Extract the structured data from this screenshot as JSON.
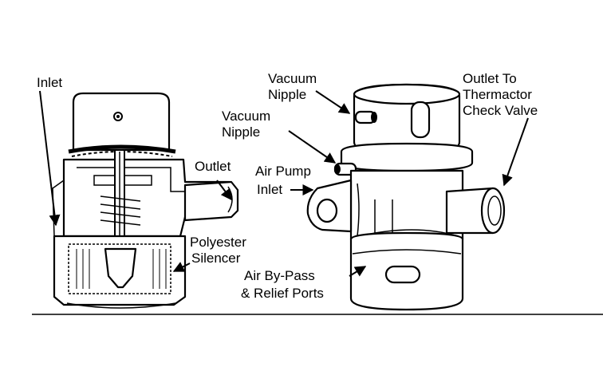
{
  "figure": {
    "left_view": {
      "labels": {
        "inlet": "Inlet",
        "outlet": "Outlet",
        "silencer_line1": "Polyester",
        "silencer_line2": "Silencer"
      }
    },
    "right_view": {
      "labels": {
        "vacuum_nipple_top_line1": "Vacuum",
        "vacuum_nipple_top_line2": "Nipple",
        "vacuum_nipple_side_line1": "Vacuum",
        "vacuum_nipple_side_line2": "Nipple",
        "air_pump_inlet_line1": "Air Pump",
        "air_pump_inlet_line2": "Inlet",
        "outlet_line1": "Outlet To",
        "outlet_line2": "Thermactor",
        "outlet_line3": "Check Valve",
        "bypass_line1": "Air By-Pass",
        "bypass_line2": "& Relief Ports"
      }
    }
  },
  "colors": {
    "ink": "#000000",
    "paper": "#ffffff"
  }
}
